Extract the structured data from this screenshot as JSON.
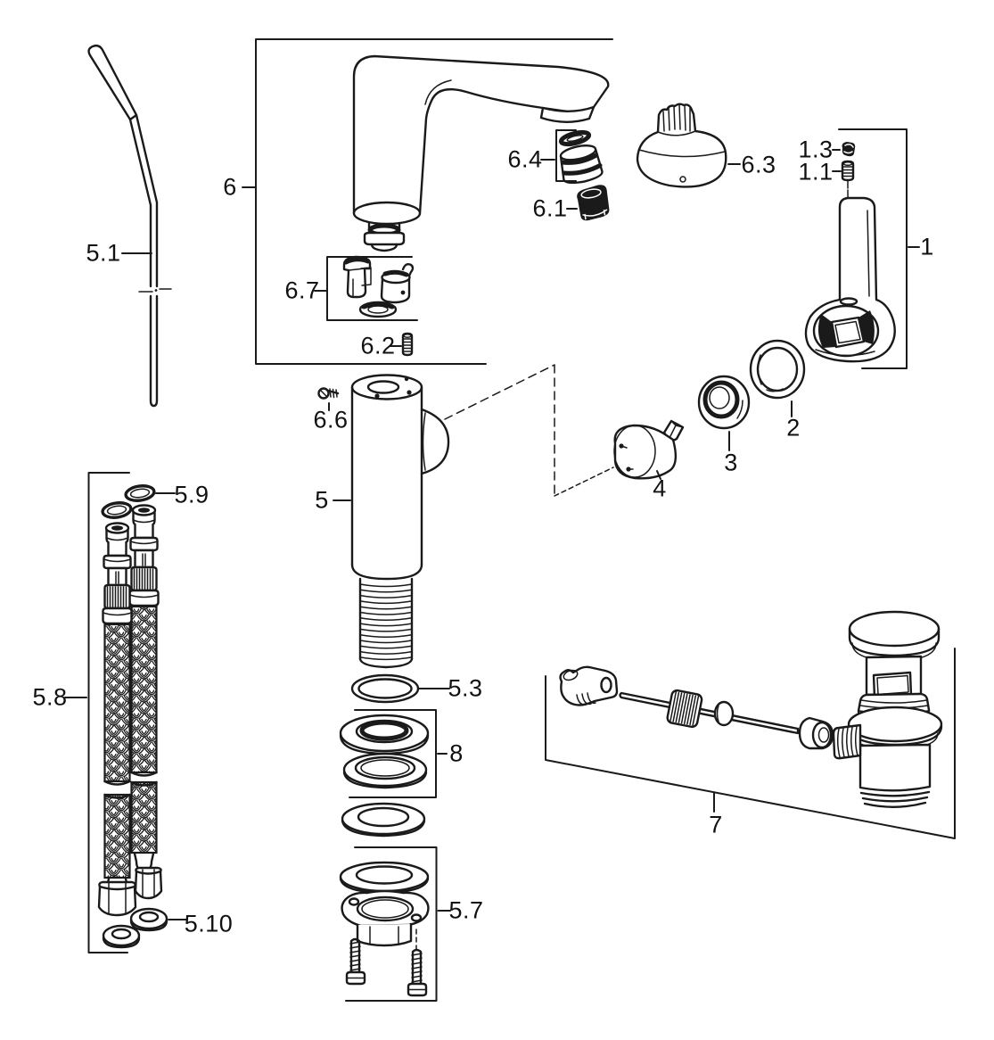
{
  "diagram": {
    "kind": "exploded-parts-diagram",
    "depicts": "single-lever-basin-faucet-spare-parts",
    "background_color": "#ffffff",
    "line_color": "#1a1a1a"
  },
  "parts": {
    "p1": {
      "label": "1",
      "depicts": "handle-lever"
    },
    "p1_1": {
      "label": "1.1",
      "depicts": "handle-set-screw"
    },
    "p1_3": {
      "label": "1.3",
      "depicts": "handle-plug-screw"
    },
    "p2": {
      "label": "2",
      "depicts": "trim-ring"
    },
    "p3": {
      "label": "3",
      "depicts": "cartridge-nut-ring"
    },
    "p4": {
      "label": "4",
      "depicts": "cartridge"
    },
    "p5": {
      "label": "5",
      "depicts": "faucet-body"
    },
    "p5_1": {
      "label": "5.1",
      "depicts": "drain-lift-rod"
    },
    "p5_3": {
      "label": "5.3",
      "depicts": "o-ring"
    },
    "p5_7": {
      "label": "5.7",
      "depicts": "mounting-flange-with-screws"
    },
    "p5_8": {
      "label": "5.8",
      "depicts": "flexible-supply-hoses"
    },
    "p5_9": {
      "label": "5.9",
      "depicts": "hose-o-rings"
    },
    "p5_10": {
      "label": "5.10",
      "depicts": "sealing-washers"
    },
    "p6": {
      "label": "6",
      "depicts": "spout-assembly"
    },
    "p6_1": {
      "label": "6.1",
      "depicts": "aerator-insert"
    },
    "p6_2": {
      "label": "6.2",
      "depicts": "grub-screw"
    },
    "p6_3": {
      "label": "6.3",
      "depicts": "spout-cap"
    },
    "p6_4": {
      "label": "6.4",
      "depicts": "aerator-with-seal"
    },
    "p6_6": {
      "label": "6.6",
      "depicts": "fixing-screw"
    },
    "p6_7": {
      "label": "6.7",
      "depicts": "bushing-set"
    },
    "p7": {
      "label": "7",
      "depicts": "pop-up-waste-assembly"
    },
    "p8": {
      "label": "8",
      "depicts": "escutcheon-ring-set"
    }
  }
}
